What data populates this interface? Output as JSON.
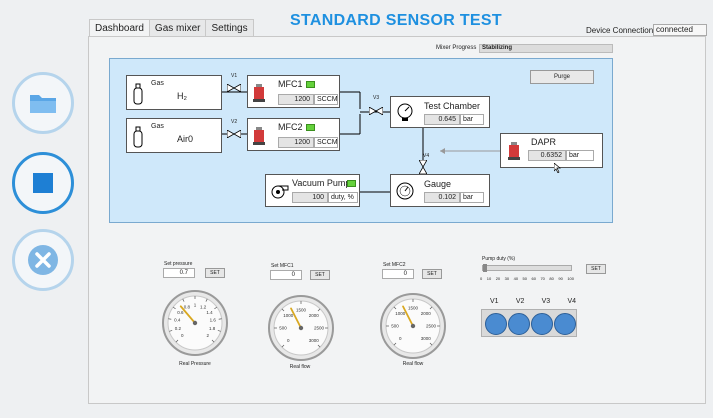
{
  "app": {
    "title": "STANDARD SENSOR TEST"
  },
  "tabs": [
    {
      "label": "Dashboard"
    },
    {
      "label": "Gas mixer"
    },
    {
      "label": "Settings"
    }
  ],
  "device": {
    "label": "Device Connection",
    "value": "connected"
  },
  "mixer": {
    "label": "Mixer Progress",
    "value": "Stabilizing"
  },
  "purge": {
    "label": "Purge"
  },
  "gas1": {
    "label": "Gas",
    "value": "H₂"
  },
  "gas2": {
    "label": "Gas",
    "value": "Air0"
  },
  "valves": {
    "v1": "V1",
    "v2": "V2",
    "v3": "V3",
    "v4": "V4"
  },
  "mfc1": {
    "label": "MFC1",
    "value": "1200",
    "unit": "SCCM"
  },
  "mfc2": {
    "label": "MFC2",
    "value": "1200",
    "unit": "SCCM"
  },
  "chamber": {
    "label": "Test Chamber",
    "value": "0.645",
    "unit": "bar"
  },
  "dapr": {
    "label": "DAPR",
    "value": "0.6352",
    "unit": "bar"
  },
  "gauge": {
    "label": "Gauge",
    "value": "0.102",
    "unit": "bar"
  },
  "pump": {
    "label": "Vacuum Pump",
    "value": "100",
    "unit": "duty, %"
  },
  "controls": {
    "pressure": {
      "label": "Set pressure",
      "value": "0.7",
      "set": "SET",
      "caption": "Real Pressure"
    },
    "mfc1": {
      "label": "Set MFC1",
      "value": "0",
      "set": "SET",
      "caption": "Real flow"
    },
    "mfc2": {
      "label": "Set MFC2",
      "value": "0",
      "set": "SET",
      "caption": "Real flow"
    },
    "pump": {
      "label": "Pump duty (%)",
      "set": "SET",
      "ticks": [
        "0",
        "10",
        "20",
        "30",
        "40",
        "50",
        "60",
        "70",
        "80",
        "90",
        "100"
      ],
      "value_fraction": 0
    }
  },
  "gauges": {
    "pressure": {
      "ticks": [
        "0",
        "0.2",
        "0.4",
        "0.6",
        "0.8",
        "1",
        "1.2",
        "1.4",
        "1.6",
        "1.8",
        "2"
      ],
      "min": 0,
      "max": 2,
      "value": 0.7
    },
    "flow1": {
      "ticks": [
        "0",
        "500",
        "1000",
        "1500",
        "2000",
        "2500",
        "3000"
      ],
      "min": 0,
      "max": 3000,
      "value": 1200
    },
    "flow2": {
      "ticks": [
        "0",
        "500",
        "1000",
        "1500",
        "2000",
        "2500",
        "3000"
      ],
      "min": 0,
      "max": 3000,
      "value": 1200
    }
  },
  "valve_states": {
    "labels": [
      "V1",
      "V2",
      "V3",
      "V4"
    ]
  },
  "colors": {
    "accent": "#1e90e0",
    "led": "#64d13b",
    "valve": "#4a8bd1",
    "diagram_bg": "#cfe8fa"
  }
}
